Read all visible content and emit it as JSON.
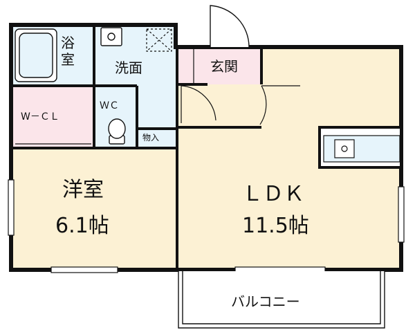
{
  "colors": {
    "wall": "#111111",
    "ldk_fill": "#fcf1d4",
    "western_fill": "#fcf1d4",
    "wet_fill": "#e6f4fb",
    "wcl_fill": "#fbe5ea",
    "genkan_fill": "#fbe5ea",
    "balcony_fill": "#ffffff",
    "kitchen_counter": "#e6f4fb"
  },
  "rooms": {
    "bath": {
      "char1": "浴",
      "char2": "室"
    },
    "washroom": {
      "label": "洗面"
    },
    "genkan": {
      "label": "玄関"
    },
    "wcl": {
      "label": "W－ＣＬ"
    },
    "wc": {
      "label": "ＷＣ"
    },
    "storage": {
      "label": "物入"
    },
    "western": {
      "name": "洋室",
      "size": "6.1帖"
    },
    "ldk": {
      "name": "ＬＤＫ",
      "size": "11.5帖"
    },
    "balcony": {
      "label": "バルコニー"
    }
  },
  "icons": [
    "bathtub-icon",
    "washbasin-icon",
    "washing-machine-icon",
    "toilet-icon",
    "kitchen-sink-icon"
  ]
}
